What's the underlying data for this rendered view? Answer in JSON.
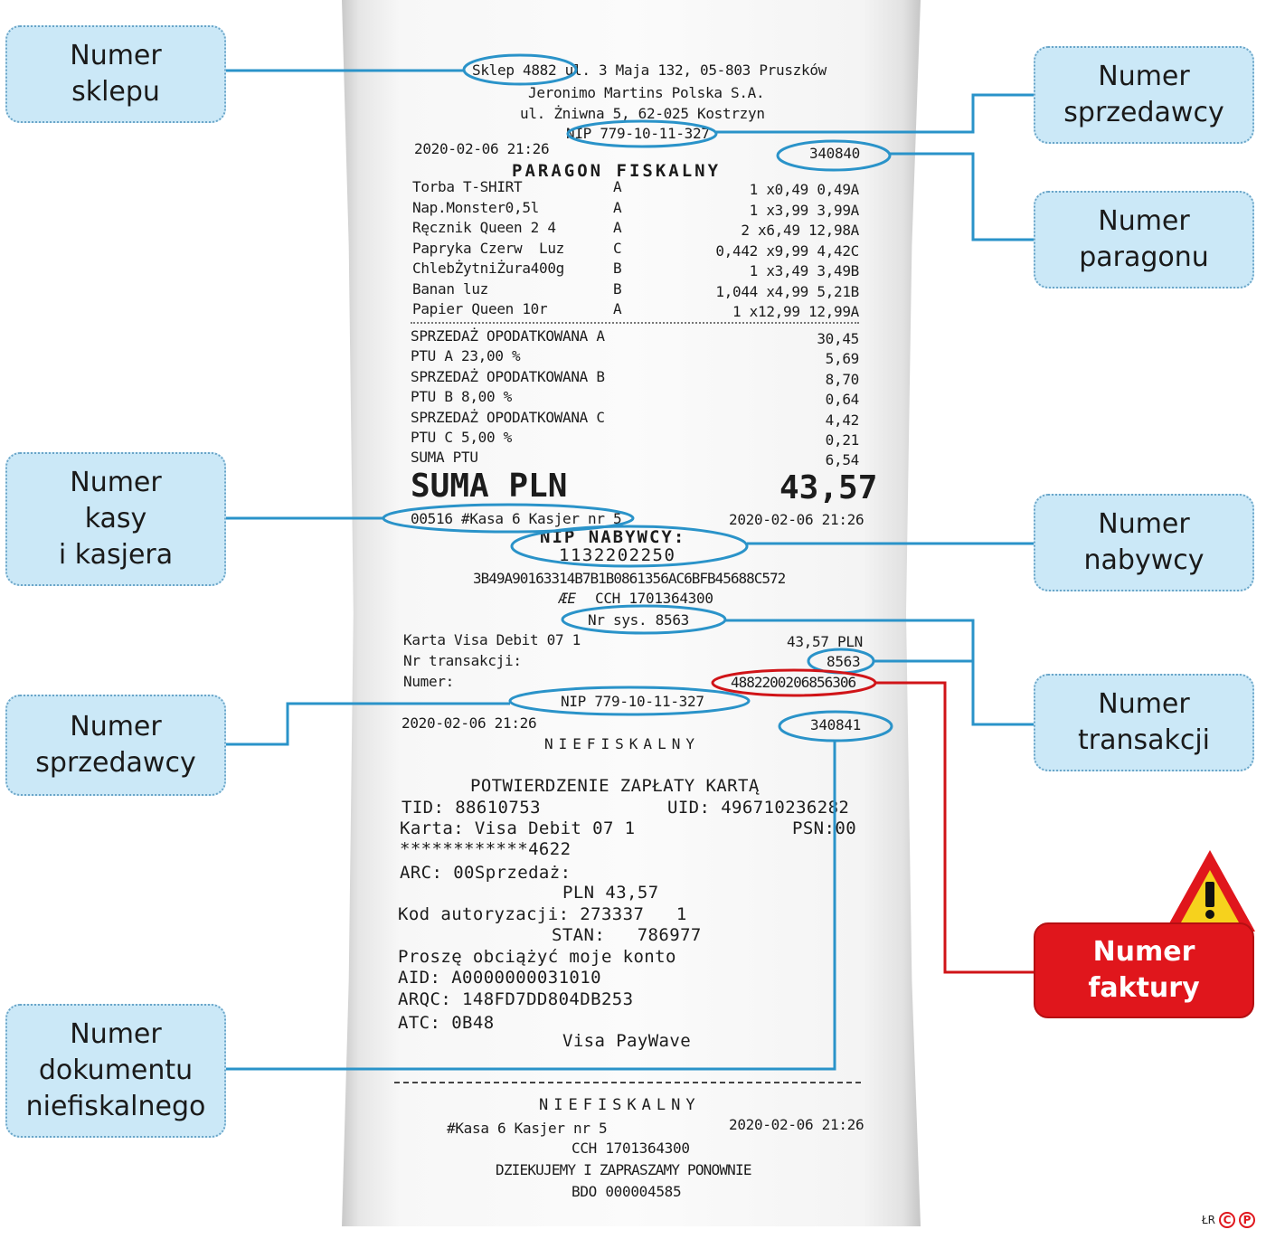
{
  "receipt": {
    "store_line": "Sklep 4882 ul. 3 Maja 132, 05-803 Pruszków",
    "company": "Jeronimo Martins Polska S.A.",
    "company_address": "ul. Żniwna 5, 62-025 Kostrzyn",
    "seller_nip": "NIP 779-10-11-327",
    "datetime": "2020-02-06 21:26",
    "receipt_number": "340840",
    "title": "PARAGON FISKALNY",
    "items": [
      {
        "name": "Torba T-SHIRT",
        "vat": "A",
        "qty": "1 x0,49 0,49A"
      },
      {
        "name": "Nap.Monster0,5l",
        "vat": "A",
        "qty": "1 x3,99 3,99A"
      },
      {
        "name": "Ręcznik Queen 2 4",
        "vat": "A",
        "qty": "2 x6,49 12,98A"
      },
      {
        "name": "Papryka Czerw  Luz",
        "vat": "C",
        "qty": "0,442 x9,99 4,42C"
      },
      {
        "name": "ChlebŻytniŻura400g",
        "vat": "B",
        "qty": "1 x3,49 3,49B"
      },
      {
        "name": "Banan luz",
        "vat": "B",
        "qty": "1,044 x4,99 5,21B"
      },
      {
        "name": "Papier Queen 10r",
        "vat": "A",
        "qty": "1 x12,99 12,99A"
      }
    ],
    "taxes": [
      {
        "label": "SPRZEDAŻ OPODATKOWANA A",
        "value": "30,45"
      },
      {
        "label": "PTU A 23,00 %",
        "value": "5,69"
      },
      {
        "label": "SPRZEDAŻ OPODATKOWANA B",
        "value": "8,70"
      },
      {
        "label": "PTU B 8,00 %",
        "value": "0,64"
      },
      {
        "label": "SPRZEDAŻ OPODATKOWANA C",
        "value": "4,42"
      },
      {
        "label": "PTU C 5,00 %",
        "value": "0,21"
      },
      {
        "label": "SUMA PTU",
        "value": "6,54"
      }
    ],
    "total_label": "SUMA PLN",
    "total_value": "43,57",
    "register_line": "00516 #Kasa 6 Kasjer nr 5",
    "buyer_nip_label": "NIP NABYWCY:",
    "buyer_nip": "1132202250",
    "hash": "3B49A90163314B7B1B0861356AC6BFB45688C572",
    "cch": "CCH 1701364300",
    "fiscal_mark": "ÆE",
    "sys_number": "Nr sys. 8563",
    "card_line": "Karta Visa Debit 07 1",
    "card_amount": "43,57 PLN",
    "txn_label": "Nr transakcji:",
    "txn_value": "8563",
    "number_label": "Numer:",
    "number_value": "4882200206856306",
    "seller_nip_2": "NIP 779-10-11-327",
    "nonfiscal_number": "340841",
    "nonfiscal": "NIEFISKALNY",
    "confirm_title": "POTWIERDZENIE ZAPŁATY KARTĄ",
    "tid": "TID: 88610753",
    "uid": "UID: 496710236282",
    "karta": "Karta: Visa Debit 07 1",
    "psn": "PSN:00",
    "pan": "************4622",
    "arc": "ARC: 00Sprzedaż:",
    "pln": "PLN 43,57",
    "kod": "Kod autoryzacji: 273337   1",
    "stan": "STAN:   786977",
    "prosze": "Proszę obciążyć moje konto",
    "aid": "AID: A0000000031010",
    "arqc": "ARQC: 148FD7DD804DB253",
    "atc": "ATC: 0B48",
    "paywave": "Visa PayWave",
    "footer_nonfiscal": "NIEFISKALNY",
    "footer_register": "#Kasa 6 Kasjer nr 5",
    "footer_datetime": "2020-02-06 21:26",
    "footer_cch": "CCH 1701364300",
    "thanks": "DZIEKUJEMY I ZAPRASZAMY PONOWNIE",
    "bdo": "BDO 000004585"
  },
  "callouts": {
    "store": [
      "Numer",
      "sklepu"
    ],
    "seller_top": [
      "Numer",
      "sprzedawcy"
    ],
    "receipt": [
      "Numer",
      "paragonu"
    ],
    "register": [
      "Numer",
      "kasy",
      "i kasjera"
    ],
    "buyer": [
      "Numer",
      "nabywcy"
    ],
    "seller_bottom": [
      "Numer",
      "sprzedawcy"
    ],
    "transaction": [
      "Numer",
      "transakcji"
    ],
    "invoice": [
      "Numer",
      "faktury"
    ],
    "nonfiscal_doc": [
      "Numer",
      "dokumentu",
      "niefiskalnego"
    ]
  },
  "credit": "ŁR",
  "colors": {
    "callout_bg": "#cbe8f7",
    "callout_line": "#2a93c9",
    "highlight": "#2a93c9",
    "warning": "#e0161c"
  }
}
